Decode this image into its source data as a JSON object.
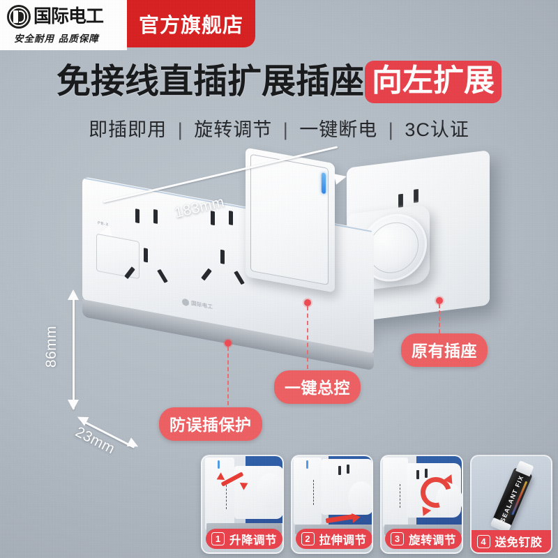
{
  "header": {
    "brand_name": "国际电工",
    "brand_tagline": "安全耐用 品质保障",
    "flagship_label": "官方旗舰店",
    "logo_icon": "pb-monogram-icon"
  },
  "headline": {
    "main": "免接线直插扩展插座",
    "badge": "向左扩展"
  },
  "subtitle": {
    "item1": "即插即用",
    "sep1": "|",
    "item2": "旋转调节",
    "sep2": "|",
    "item3": "一键断电",
    "sep3": "|",
    "item4": "3C认证"
  },
  "product": {
    "brand_mark": "国际电工",
    "plate_text": "PB-X",
    "dimensions": {
      "width_label": "183mm",
      "height_label": "86mm",
      "depth_label": "23mm"
    },
    "callouts": [
      {
        "id": "anti-misplug",
        "label": "防误插保护"
      },
      {
        "id": "one-key-master",
        "label": "一键总控"
      },
      {
        "id": "existing-socket",
        "label": "原有插座"
      }
    ]
  },
  "features": [
    {
      "number": "1",
      "label": "升降调节",
      "icon": "up-down-arrow-icon"
    },
    {
      "number": "2",
      "label": "拉伸调节",
      "icon": "right-arrow-icon"
    },
    {
      "number": "3",
      "label": "旋转调节",
      "icon": "rotate-circle-icon"
    },
    {
      "number": "4",
      "label": "送免钉胶",
      "icon": "glue-tube-icon",
      "tube_text": "SEALANT FIX"
    }
  ],
  "colors": {
    "brand_red": "#d81f1f",
    "badge_red": "#e8404a",
    "callout_red": "#ee5f63",
    "feature_red": "#e8414a",
    "led_blue": "#2f86e8",
    "background": "#b0b8c1"
  }
}
